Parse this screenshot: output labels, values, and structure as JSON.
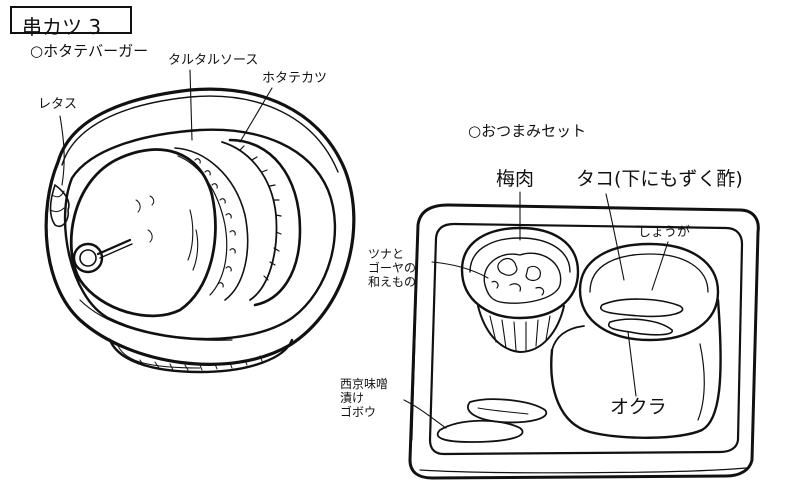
{
  "title": "串カツ 3",
  "burger_dish": {
    "heading": "○ホタテバーガー",
    "labels": {
      "lettuce": "レタス",
      "tartar_sauce": "タルタルソース",
      "scallop_cutlet": "ホタテカツ"
    }
  },
  "snack_set": {
    "heading": "○おつまみセット",
    "labels": {
      "ume_meat": "梅肉",
      "octopus": "タコ(下にもずく酢)",
      "ginger": "しょうが",
      "tuna_goya": "ツナと\nゴーヤの\n和えもの",
      "okra": "オクラ",
      "gobo": "西京味噌\n漬け\nゴボウ"
    }
  },
  "colors": {
    "ink": "#111111",
    "paper": "#ffffff"
  }
}
